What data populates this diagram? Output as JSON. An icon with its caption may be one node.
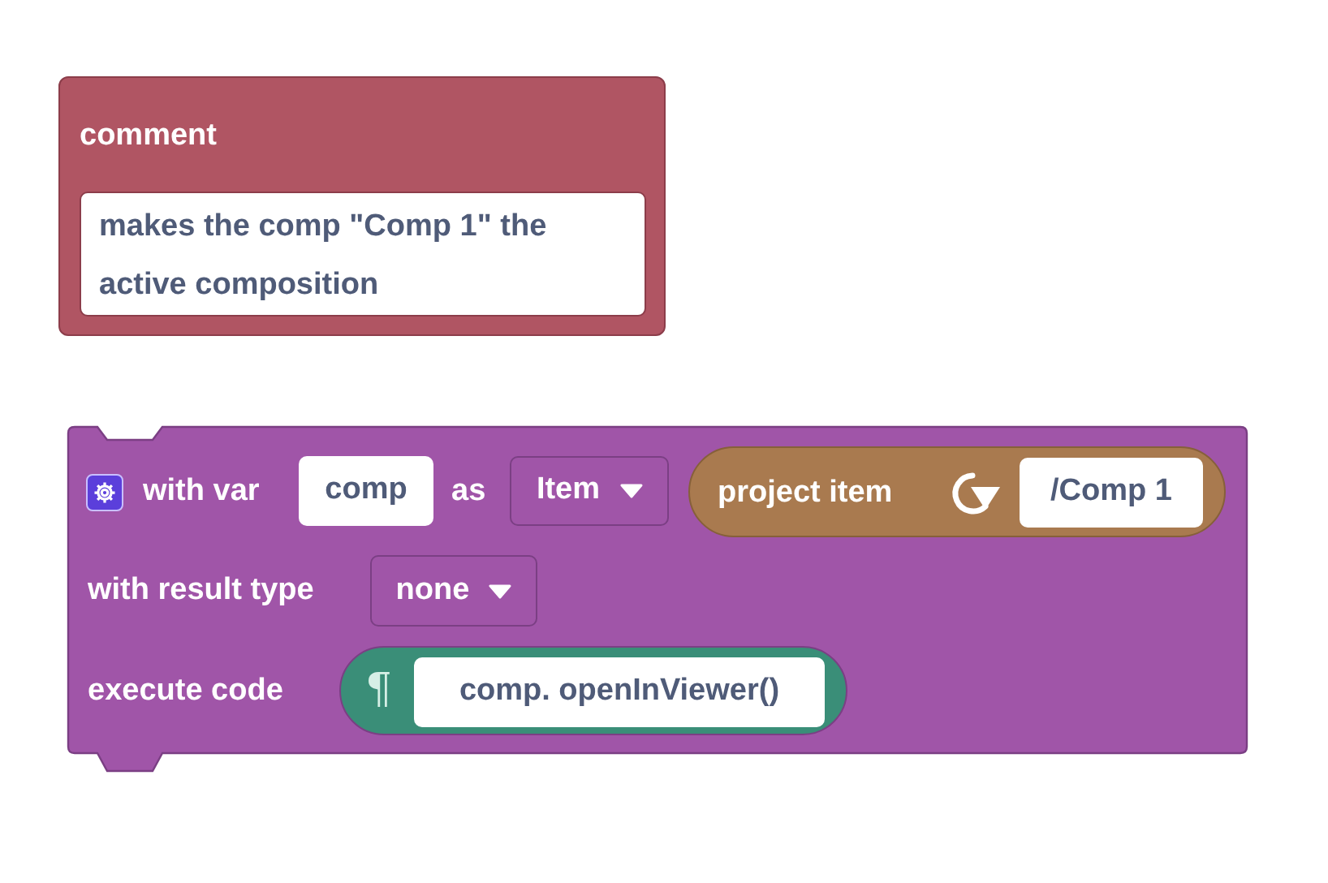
{
  "diagram": {
    "nodes": [
      {
        "text": [
          "comment"
        ]
      },
      {
        "text": [
          "makes the comp \"Comp 1\" the active composition"
        ],
        "in": 0
      },
      {
        "text": [
          "with var",
          "as",
          "with result type",
          "execute code"
        ]
      },
      {
        "text": [
          "comp"
        ],
        "in": 2
      },
      {
        "text": [
          "Item"
        ],
        "in": 2
      },
      {
        "text": [
          "project item"
        ],
        "in": 2
      },
      {
        "text": [
          "/Comp 1"
        ],
        "in": 5
      },
      {
        "text": [
          "none"
        ],
        "in": 2
      },
      {
        "text": [
          "¶"
        ],
        "in": 2
      },
      {
        "text": [
          "comp. openInViewer()"
        ],
        "in": 8
      }
    ]
  }
}
